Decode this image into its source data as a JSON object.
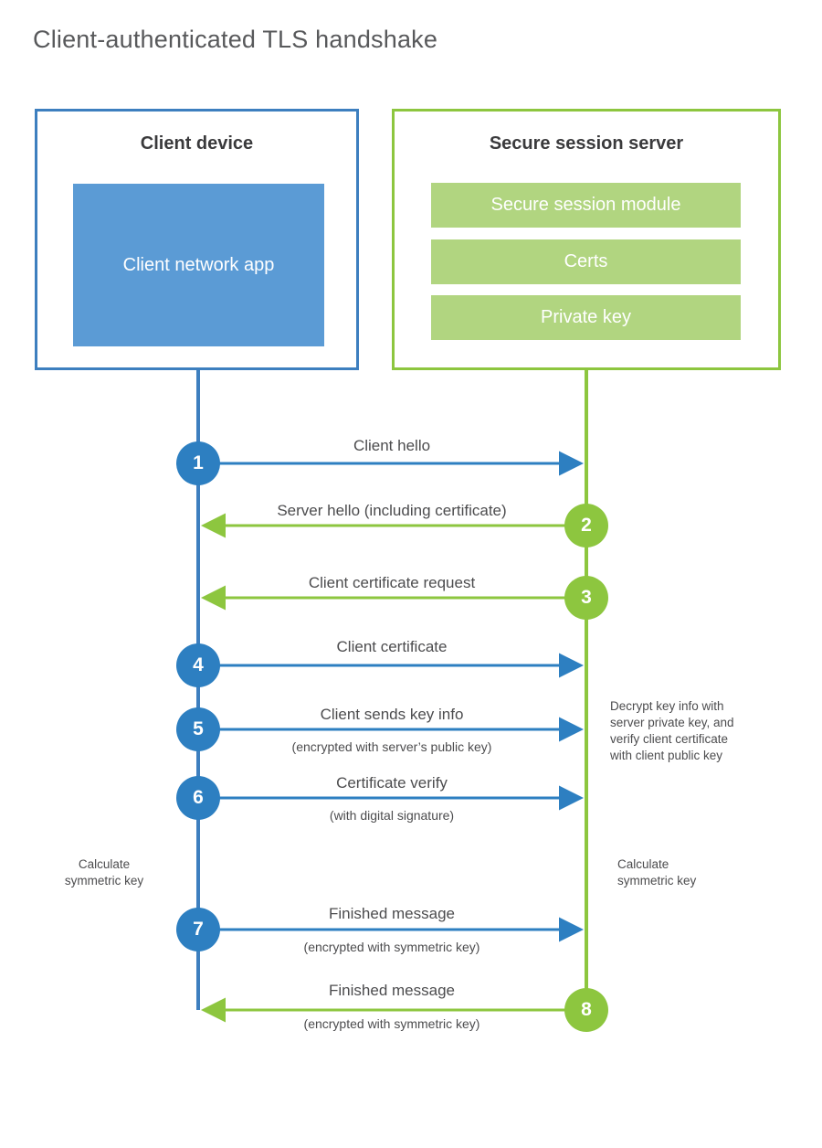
{
  "title": "Client-authenticated TLS handshake",
  "colors": {
    "client_blue": "#3d7fbf",
    "client_app_fill": "#5b9bd5",
    "server_green": "#8dc63f",
    "server_bar_fill": "#b1d580",
    "badge_blue": "#2d7fc1",
    "badge_green": "#8dc63f",
    "title_text": "#58595b",
    "body_text": "#4c4c4e",
    "background": "#ffffff"
  },
  "actors": {
    "client": {
      "title": "Client device",
      "app_label": "Client network app"
    },
    "server": {
      "title": "Secure session server",
      "components": [
        "Secure session module",
        "Certs",
        "Private key"
      ]
    }
  },
  "steps": [
    {
      "number": "1",
      "label": "Client hello",
      "sublabel": "",
      "direction": "client-to-server",
      "color": "blue"
    },
    {
      "number": "2",
      "label": "Server hello (including certificate)",
      "sublabel": "",
      "direction": "server-to-client",
      "color": "green"
    },
    {
      "number": "3",
      "label": "Client certificate request",
      "sublabel": "",
      "direction": "server-to-client",
      "color": "green"
    },
    {
      "number": "4",
      "label": "Client certificate",
      "sublabel": "",
      "direction": "client-to-server",
      "color": "blue"
    },
    {
      "number": "5",
      "label": "Client sends key info",
      "sublabel": "(encrypted with server’s public key)",
      "direction": "client-to-server",
      "color": "blue"
    },
    {
      "number": "6",
      "label": "Certificate verify",
      "sublabel": "(with digital signature)",
      "direction": "client-to-server",
      "color": "blue"
    },
    {
      "number": "7",
      "label": "Finished message",
      "sublabel": "(encrypted with symmetric key)",
      "direction": "client-to-server",
      "color": "blue"
    },
    {
      "number": "8",
      "label": "Finished message",
      "sublabel": "(encrypted with symmetric key)",
      "direction": "server-to-client",
      "color": "green"
    }
  ],
  "annotations": {
    "server_decrypt": "Decrypt key info with server private key, and verify client certificate with client public key",
    "server_decrypt_lines": [
      "Decrypt key info with",
      "server private key, and",
      "verify client certificate",
      "with client public key"
    ],
    "client_calculate_lines": [
      "Calculate",
      "symmetric key"
    ],
    "server_calculate_lines": [
      "Calculate",
      "symmetric key"
    ]
  }
}
